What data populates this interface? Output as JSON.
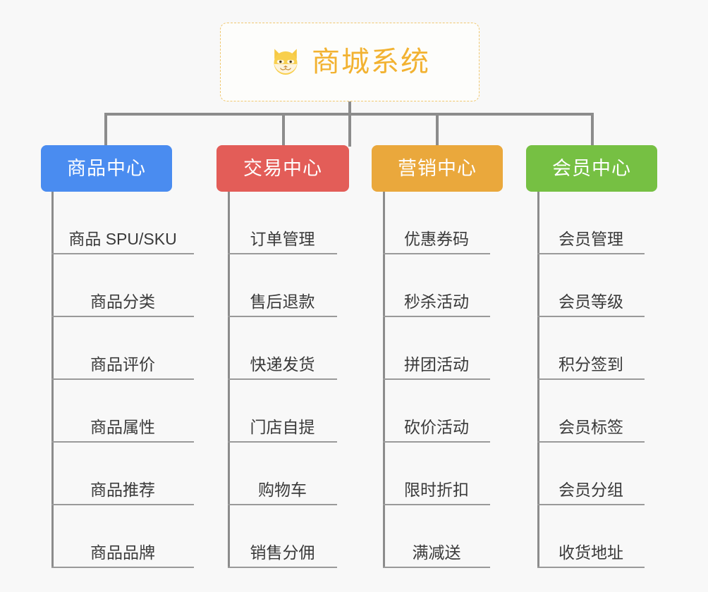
{
  "diagram": {
    "type": "organization-tree",
    "background_color": "#f8f8f8",
    "connector_color": "#8c8c8c",
    "root": {
      "label": "商城系统",
      "icon": "shiba-dog-face-icon",
      "text_color": "#f2b231",
      "border_color": "#f0c870",
      "border_style": "dashed"
    },
    "branches": [
      {
        "label": "商品中心",
        "color": "#4a8cf0",
        "items": [
          "商品 SPU/SKU",
          "商品分类",
          "商品评价",
          "商品属性",
          "商品推荐",
          "商品品牌"
        ]
      },
      {
        "label": "交易中心",
        "color": "#e35d58",
        "items": [
          "订单管理",
          "售后退款",
          "快递发货",
          "门店自提",
          "购物车",
          "销售分佣"
        ]
      },
      {
        "label": "营销中心",
        "color": "#eaa83c",
        "items": [
          "优惠券码",
          "秒杀活动",
          "拼团活动",
          "砍价活动",
          "限时折扣",
          "满减送"
        ]
      },
      {
        "label": "会员中心",
        "color": "#76c043",
        "items": [
          "会员管理",
          "会员等级",
          "积分签到",
          "会员标签",
          "会员分组",
          "收货地址"
        ]
      }
    ]
  }
}
